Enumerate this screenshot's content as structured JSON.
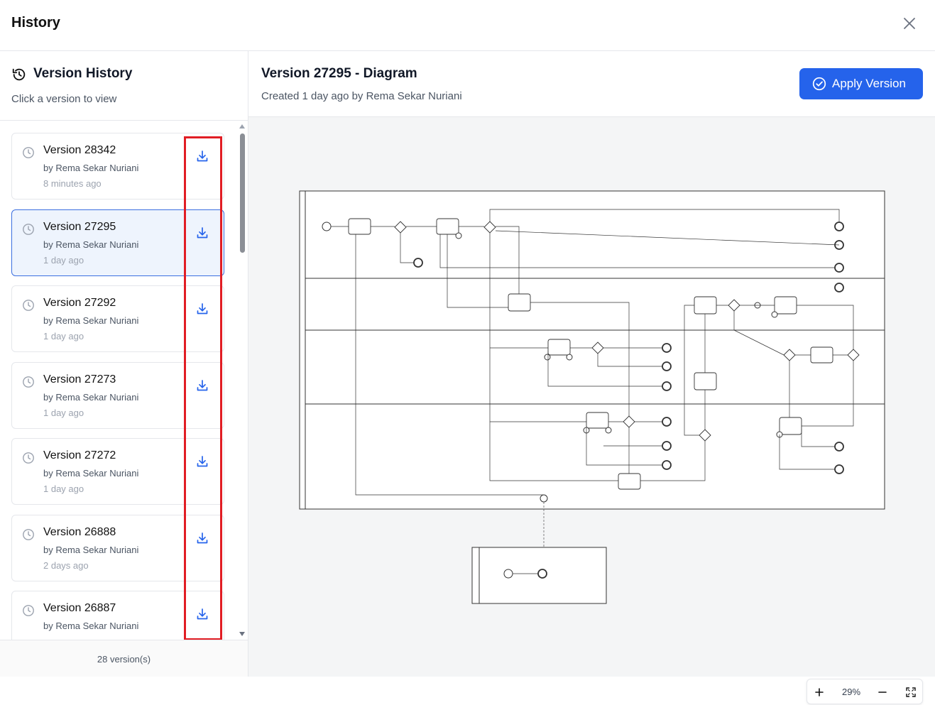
{
  "dialog": {
    "title": "History"
  },
  "sidebar": {
    "heading": "Version History",
    "subheading": "Click a version to view",
    "versions": [
      {
        "name": "Version 28342",
        "author": "by Rema Sekar Nuriani",
        "time": "8 minutes ago",
        "selected": false
      },
      {
        "name": "Version 27295",
        "author": "by Rema Sekar Nuriani",
        "time": "1 day ago",
        "selected": true
      },
      {
        "name": "Version 27292",
        "author": "by Rema Sekar Nuriani",
        "time": "1 day ago",
        "selected": false
      },
      {
        "name": "Version 27273",
        "author": "by Rema Sekar Nuriani",
        "time": "1 day ago",
        "selected": false
      },
      {
        "name": "Version 27272",
        "author": "by Rema Sekar Nuriani",
        "time": "1 day ago",
        "selected": false
      },
      {
        "name": "Version 26888",
        "author": "by Rema Sekar Nuriani",
        "time": "2 days ago",
        "selected": false
      },
      {
        "name": "Version 26887",
        "author": "by Rema Sekar Nuriani",
        "time": "",
        "selected": false
      }
    ],
    "footer": "28 version(s)"
  },
  "main": {
    "version_title": "Version 27295 - Diagram",
    "created": "Created 1 day ago by Rema Sekar Nuriani",
    "apply_label": "Apply Version"
  },
  "zoom": {
    "level": "29%"
  },
  "colors": {
    "accent": "#2563eb",
    "highlight": "#e11d24",
    "selected_bg": "#eef4fd"
  },
  "icons": [
    "history-icon",
    "close-icon",
    "clock-icon",
    "download-icon",
    "check-circle-icon",
    "zoom-in-icon",
    "zoom-out-icon",
    "fit-screen-icon"
  ]
}
